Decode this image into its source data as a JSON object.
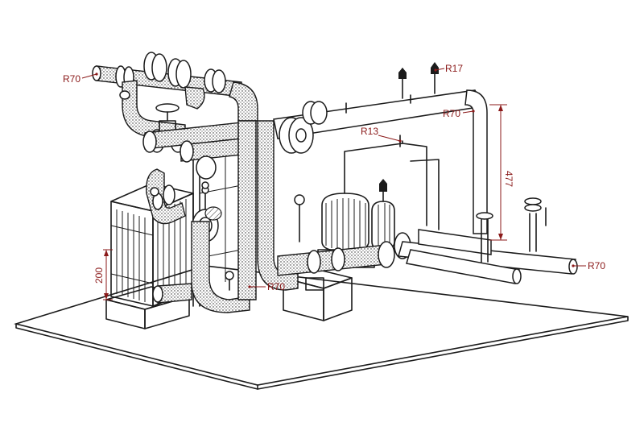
{
  "colors": {
    "line": "#1b1b1b",
    "dimension": "#8b1a1a",
    "background": "#ffffff"
  },
  "labels": {
    "r70_top_left": "R70",
    "r17": "R17",
    "r70_right_riser": "R70",
    "r13": "R13",
    "dim_477": "477",
    "r70_right_end": "R70",
    "r70_bottom": "R70",
    "dim_200": "200"
  }
}
